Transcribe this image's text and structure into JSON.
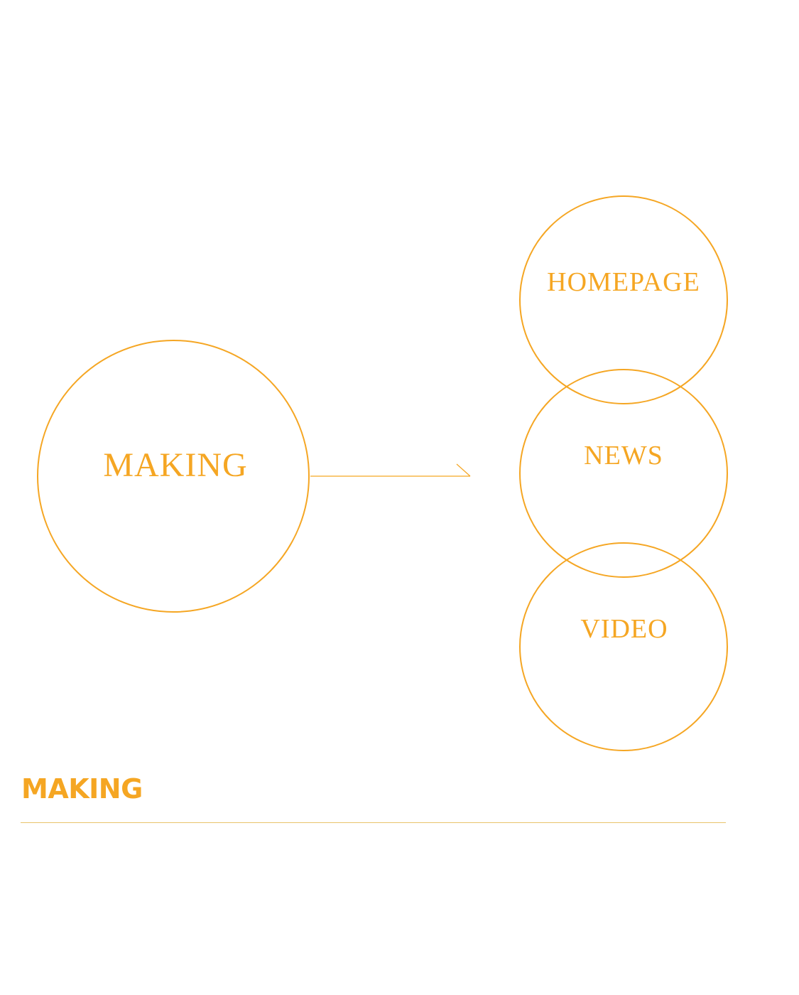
{
  "colors": {
    "accent": "#F5A623",
    "divider": "#E8C46A",
    "background": "#FFFFFF"
  },
  "diagram": {
    "source_label": "MAKING",
    "targets": [
      {
        "label": "HOMEPAGE"
      },
      {
        "label": "NEWS"
      },
      {
        "label": "VIDEO"
      }
    ]
  },
  "section": {
    "title": "MAKING"
  }
}
